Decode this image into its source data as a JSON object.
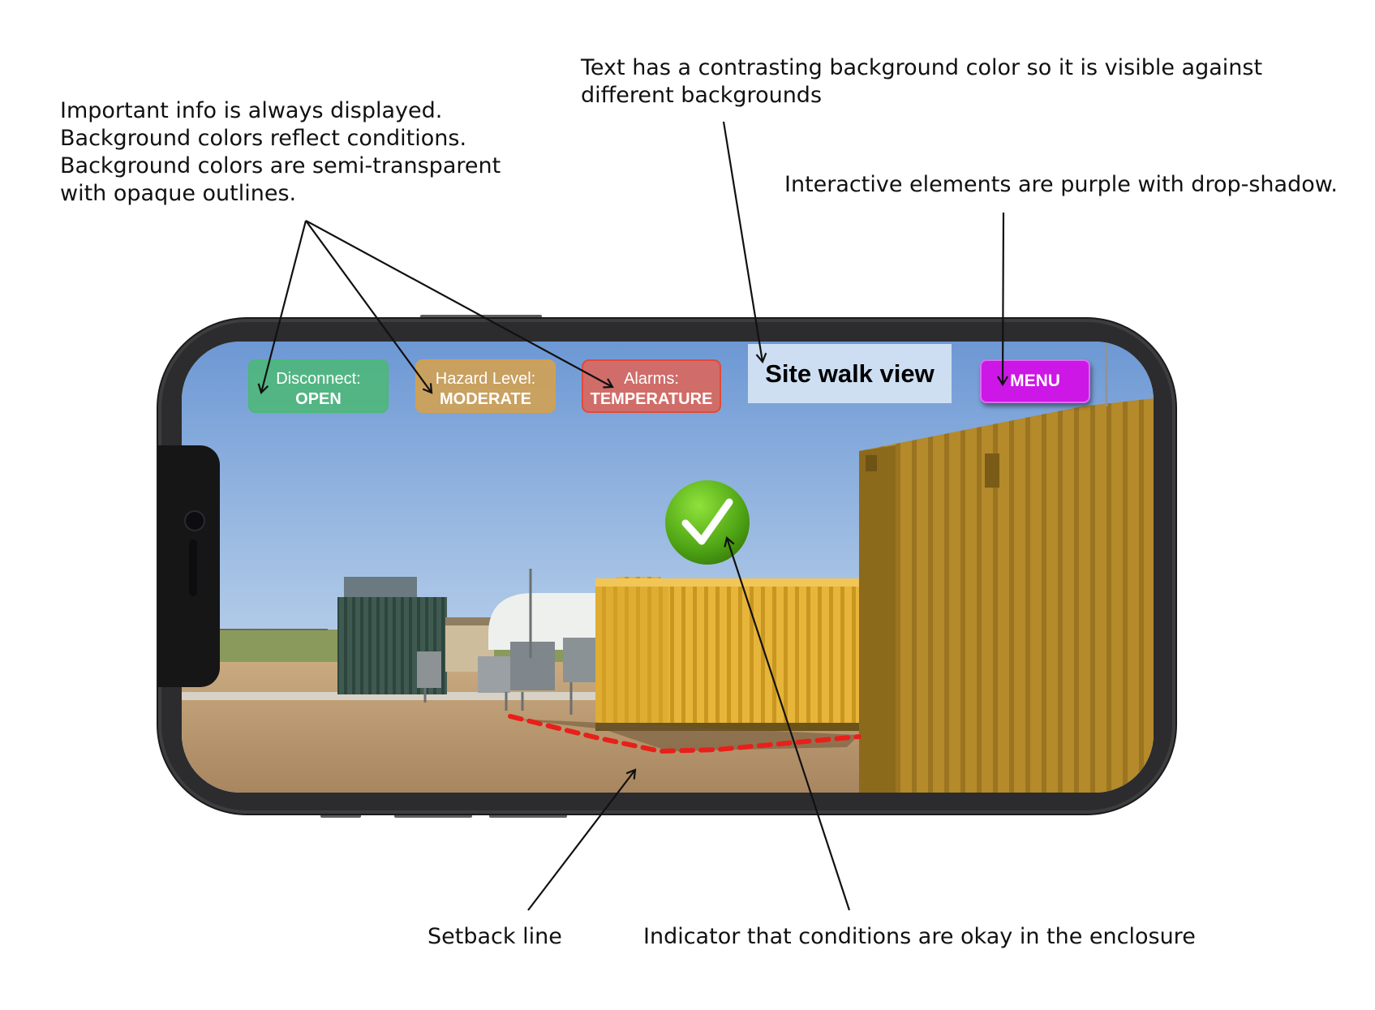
{
  "annotations": {
    "important_info": [
      "Important info is always displayed.",
      "Background colors reflect conditions.",
      "Background colors are semi-transparent",
      "with opaque outlines."
    ],
    "contrast": [
      "Text has a contrasting background color so it is visible against",
      "different backgrounds"
    ],
    "interactive": "Interactive elements are purple with drop-shadow.",
    "setback": "Setback line",
    "indicator": "Indicator that conditions are okay in the enclosure"
  },
  "app": {
    "title": "Site walk view",
    "menu_label": "MENU",
    "status": {
      "disconnect": {
        "label": "Disconnect:",
        "value": "OPEN",
        "color": "#4cb875"
      },
      "hazard": {
        "label": "Hazard Level:",
        "value": "MODERATE",
        "color": "#d4a04e"
      },
      "alarms": {
        "label": "Alarms:",
        "value": "TEMPERATURE",
        "color": "#e04a3a"
      }
    },
    "interactive_color": "#cc17e6",
    "ok_indicator_icon": "checkmark-icon",
    "setback_line_color": "#e8201a"
  }
}
